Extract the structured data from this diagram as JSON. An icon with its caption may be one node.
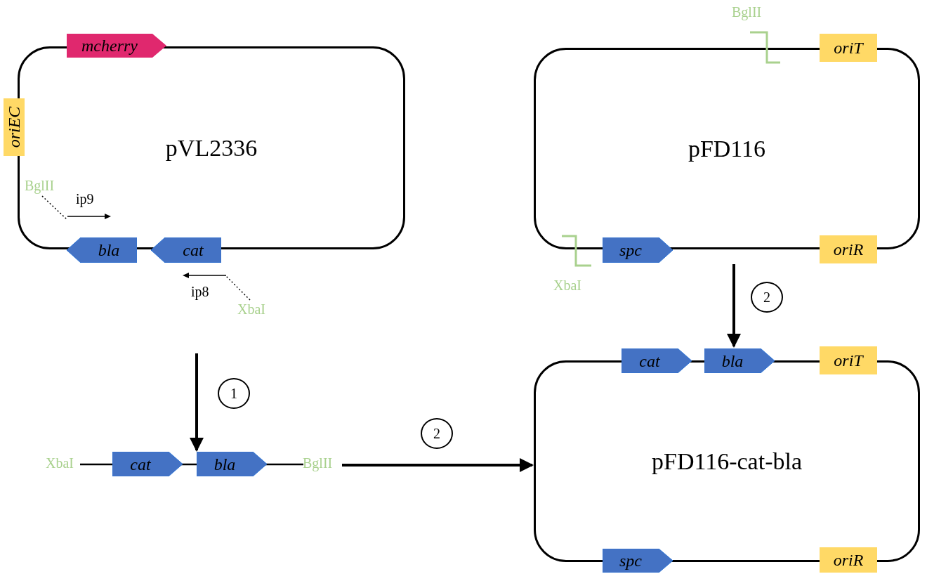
{
  "diagram": {
    "nodes": [
      {
        "text": [
          "pVL2336"
        ]
      },
      {
        "text": [
          "mcherry"
        ],
        "in": 0
      },
      {
        "text": [
          "oriEC"
        ]
      },
      {
        "text": [
          "bla"
        ],
        "in": 0
      },
      {
        "text": [
          "cat"
        ],
        "in": 0
      },
      {
        "text": [
          "BglII"
        ],
        "in": 0
      },
      {
        "text": [
          "ip9"
        ],
        "in": 0
      },
      {
        "text": [
          "ip8"
        ]
      },
      {
        "text": [
          "XbaI"
        ]
      },
      {
        "text": [
          "pFD116"
        ]
      },
      {
        "text": [
          "oriT"
        ],
        "in": 9
      },
      {
        "text": [
          "spc"
        ],
        "in": 9
      },
      {
        "text": [
          "oriR"
        ],
        "in": 9
      },
      {
        "text": [
          "XbaI",
          "BglII"
        ]
      },
      {
        "text": [
          "cat"
        ],
        "in": 13
      },
      {
        "text": [
          "bla"
        ],
        "in": 13
      },
      {
        "text": [
          "pFD116-cat-bla"
        ]
      },
      {
        "text": [
          "cat"
        ],
        "in": 16
      },
      {
        "text": [
          "bla"
        ],
        "in": 16
      },
      {
        "text": [
          "oriT"
        ],
        "in": 16
      },
      {
        "text": [
          "spc"
        ],
        "in": 16
      },
      {
        "text": [
          "oriR"
        ],
        "in": 16
      }
    ],
    "edges": [
      {
        "from": 5,
        "to": 6,
        "arrow": "none",
        "style": "dashed"
      },
      {
        "from": 8,
        "to": 7,
        "arrow": "none",
        "style": "dashed"
      },
      {
        "from": null,
        "to": 13,
        "arrow": "to",
        "label": "1"
      },
      {
        "from": 13,
        "to": 16,
        "arrow": "to",
        "label": "2"
      },
      {
        "from": 9,
        "to": 16,
        "arrow": "to",
        "label": "2"
      }
    ],
    "labels": [
      "BglII",
      "XbaI"
    ]
  }
}
